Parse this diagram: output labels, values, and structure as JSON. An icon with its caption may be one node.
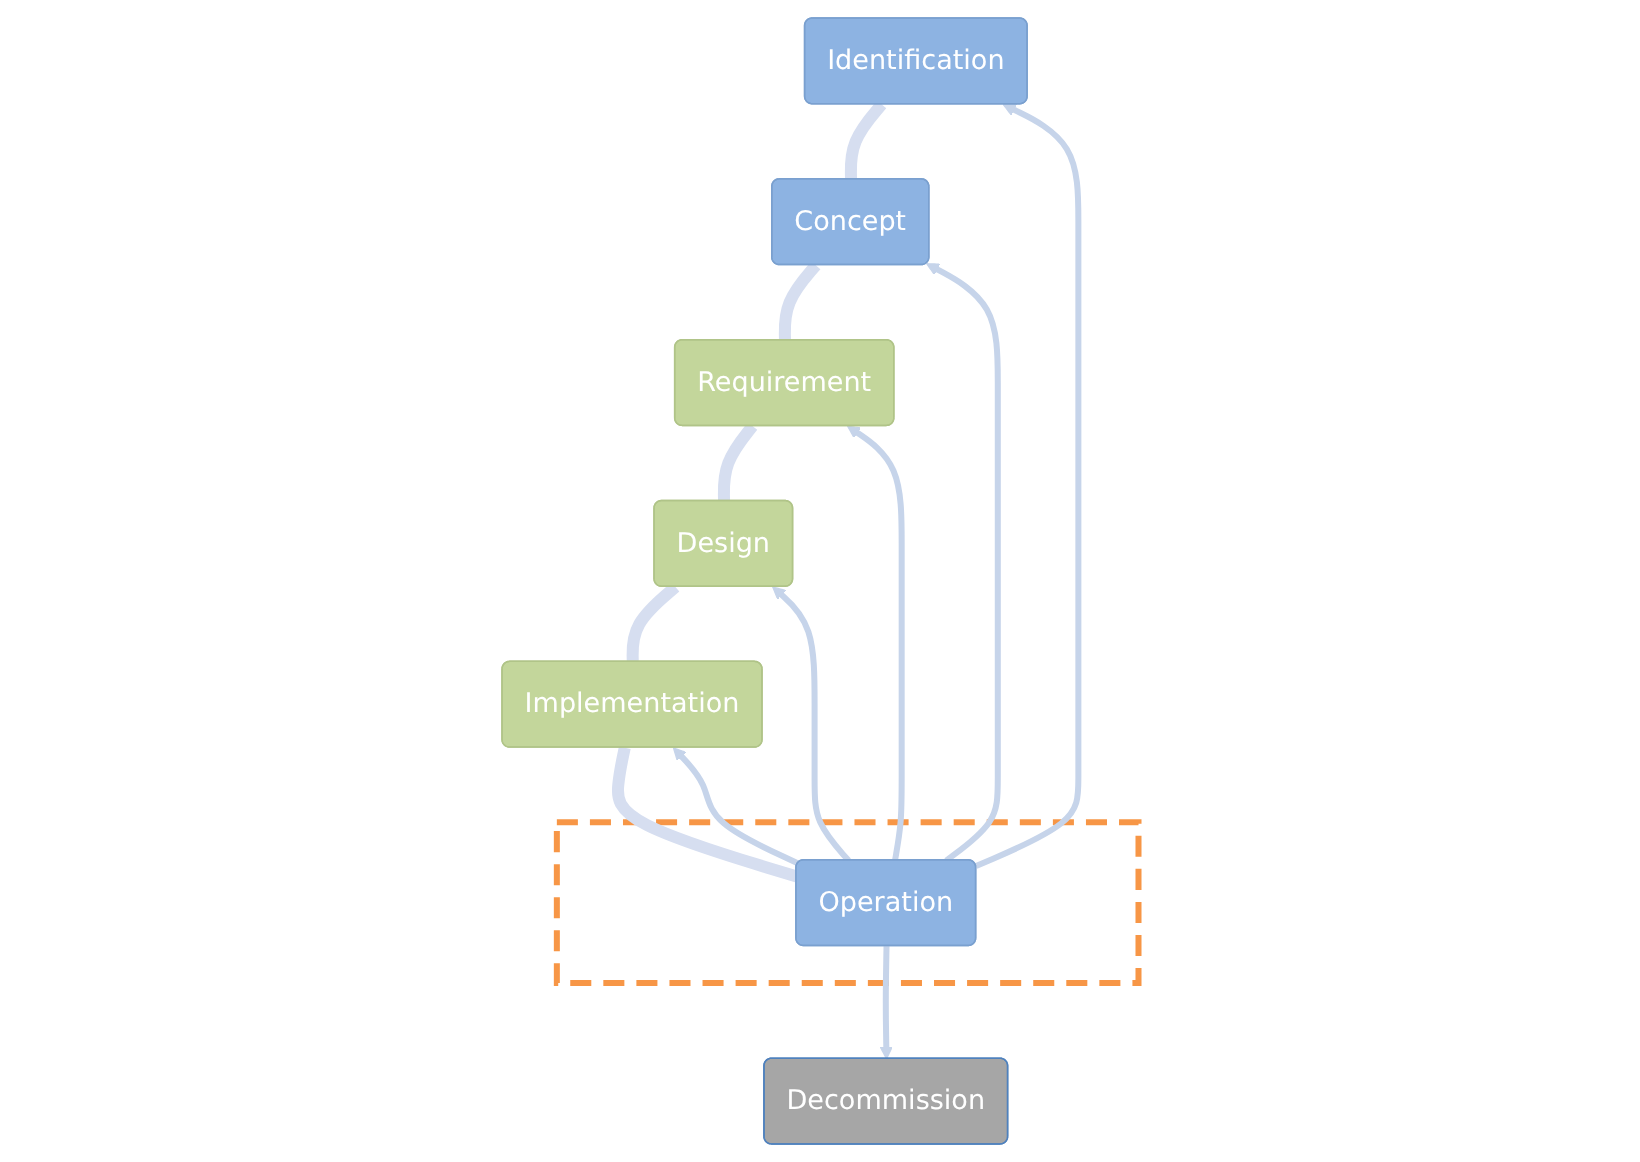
{
  "diagram": {
    "nodes": [
      {
        "text": [
          "Decommission"
        ]
      },
      {
        "text": [
          "Identification"
        ]
      },
      {
        "text": [],
        "shape": "box"
      },
      {
        "text": [
          "Operation"
        ],
        "in": 2
      },
      {
        "text": [
          "Concept"
        ]
      },
      {
        "text": [
          "Implementation"
        ]
      },
      {
        "text": [
          "Requirement"
        ]
      },
      {
        "text": [
          "Design"
        ]
      }
    ],
    "edges": [
      {
        "from": 3,
        "to": 0,
        "arrow": "to",
        "color": "#c6d4ea"
      },
      {
        "from": 3,
        "to": 1,
        "arrow": "to",
        "color": "#c6d4ea"
      },
      {
        "from": 3,
        "to": 4,
        "arrow": "to",
        "color": "#c6d4ea"
      },
      {
        "from": 3,
        "to": 6,
        "arrow": "to",
        "color": "#c6d4ea"
      },
      {
        "from": 3,
        "to": 7,
        "arrow": "to",
        "color": "#c6d4ea"
      },
      {
        "from": 3,
        "to": 5,
        "arrow": "to",
        "color": "#c6d4ea"
      },
      {
        "from": 1,
        "to": 4,
        "arrow": "none",
        "style": "thick",
        "color": "#d6def0"
      },
      {
        "from": 4,
        "to": 6,
        "arrow": "none",
        "style": "thick",
        "color": "#d6def0"
      },
      {
        "from": 6,
        "to": 7,
        "arrow": "none",
        "style": "thick",
        "color": "#d6def0"
      },
      {
        "from": 7,
        "to": 5,
        "arrow": "none",
        "style": "thick",
        "color": "#d6def0"
      },
      {
        "from": 5,
        "to": 3,
        "arrow": "none",
        "style": "thick",
        "color": "#d6def0"
      }
    ]
  }
}
